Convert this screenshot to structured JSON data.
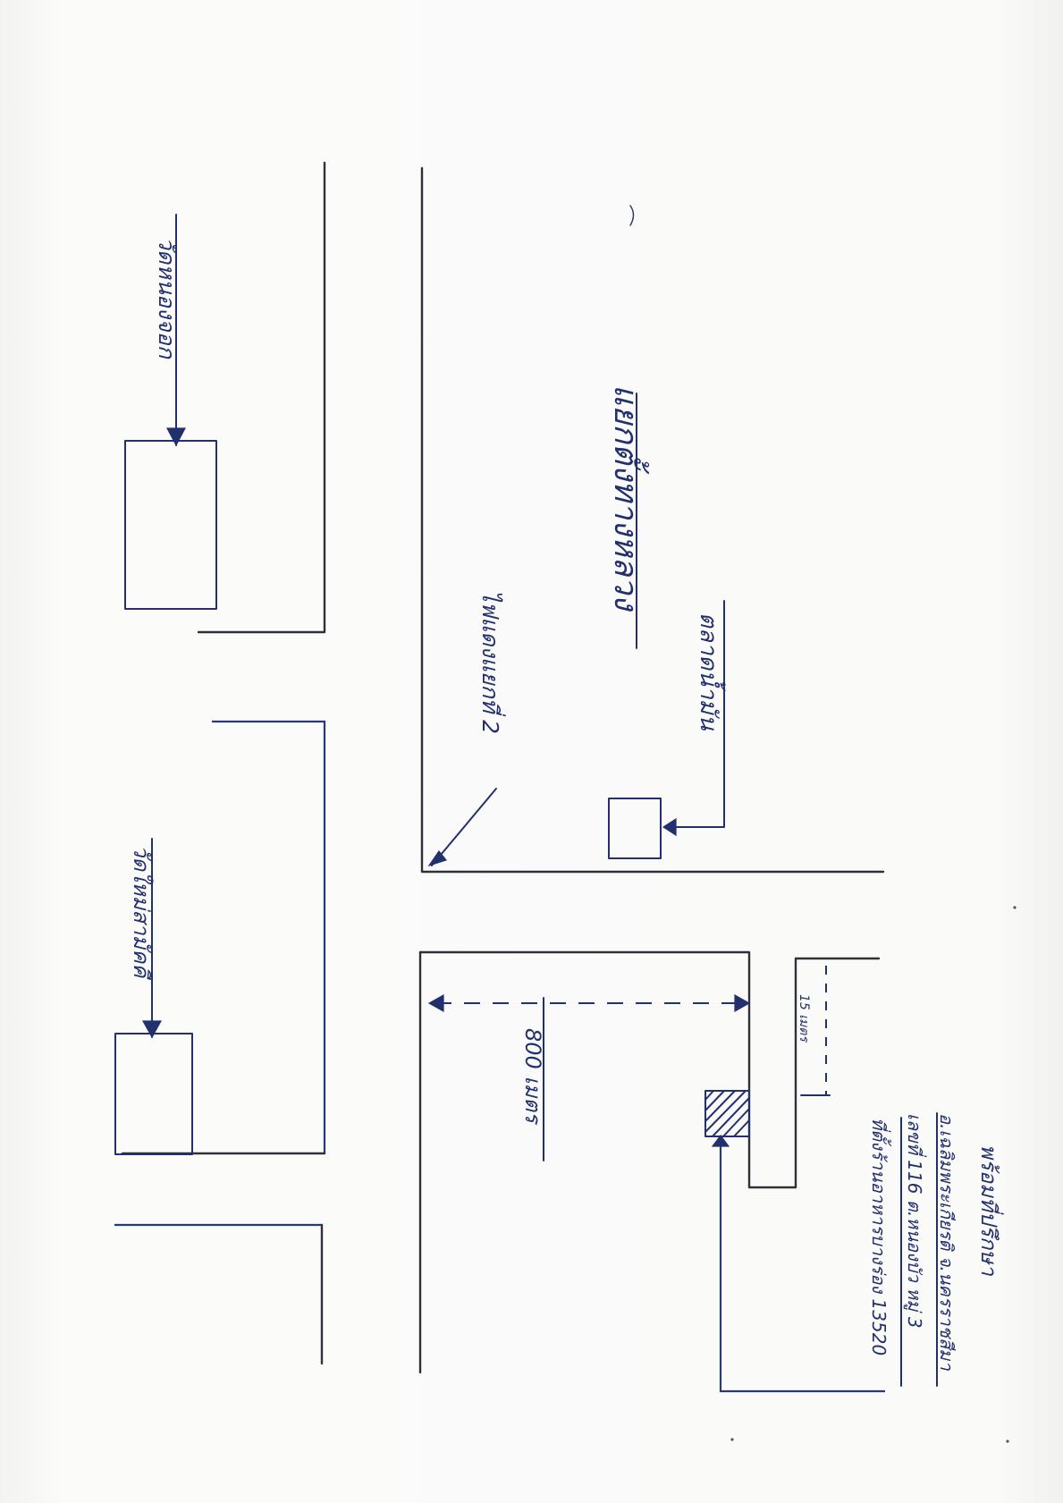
{
  "map": {
    "landmarks": {
      "temple_north": "วัดหนองจอก",
      "temple_south": "วัดใหม่สามัคคี",
      "intersection": "ไฟแดงแยกที่ 2",
      "zone": "แยกตั้งทางหลวง",
      "market": "ตลาดน้ำมัน",
      "distance": "800 เมตร",
      "distance_short": "15 เมตร"
    },
    "address": {
      "line1": "ที่ตั้งร้านอาหารบางร่อง 13520",
      "line2": "เลขที่ 116 ต.หนองบัว หมู่ 3",
      "line3": "อ.เฉลิมพระเกียรติ จ.นครราชสีมา",
      "line4": "พร้อมที่ปรึกษา"
    }
  }
}
